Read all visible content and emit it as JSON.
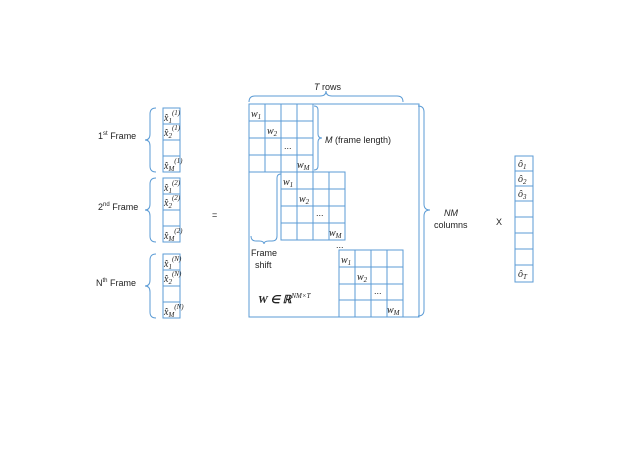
{
  "labels": {
    "frame_1": "1",
    "frame_1_sup": "st",
    "frame_2": "2",
    "frame_2_sup": "nd",
    "frame_n": "N",
    "frame_n_sup": "th",
    "frame_word": " Frame",
    "equals": "=",
    "times": "X",
    "t_rows_var": "T",
    "t_rows": " rows",
    "m_var": "M",
    "m_text": " (frame length)",
    "nm_var": "NM",
    "nm_text": "columns",
    "frame_shift_1": "Frame",
    "frame_shift_2": "shift",
    "w_matrix": "W ∈ ℝ",
    "w_matrix_sup": "NM×T",
    "dots": "..."
  },
  "x_frames": [
    {
      "top": "x̂",
      "sub1": "1",
      "sup": "(1)",
      "sub2": "2",
      "subM": "M"
    },
    {
      "top": "x̂",
      "sub1": "1",
      "sup": "(2)",
      "sub2": "2",
      "subM": "M"
    },
    {
      "top": "x̂",
      "sub1": "1",
      "sup": "(N)",
      "sub2": "2",
      "subM": "M"
    }
  ],
  "w_labels": {
    "w1": "w",
    "w1_sub": "1",
    "w2": "w",
    "w2_sub": "2",
    "wM": "w",
    "wM_sub": "M"
  },
  "o_vector": {
    "o": "ô",
    "sub1": "1",
    "sub2": "2",
    "sub3": "3",
    "subT": "T"
  },
  "colors": {
    "grid": "#5b9bd5",
    "text": "#222222"
  }
}
